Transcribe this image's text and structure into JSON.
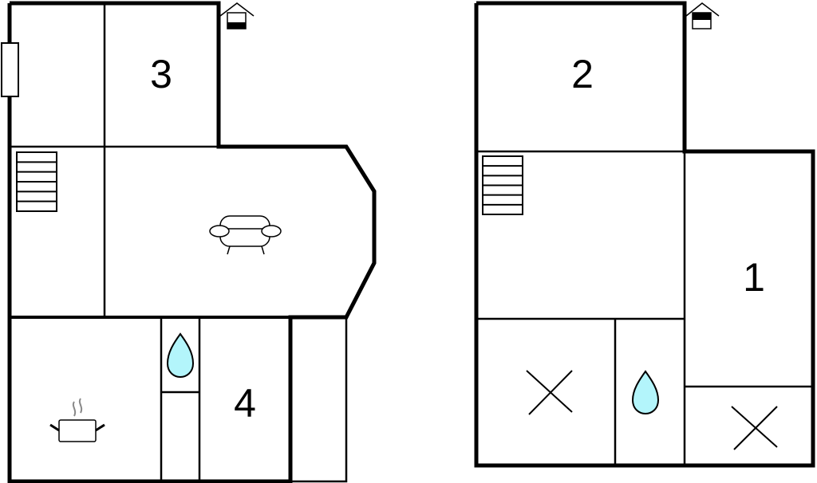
{
  "floorplans": [
    {
      "name": "ground-floor",
      "rooms": [
        {
          "label": "3",
          "type": "bedroom"
        },
        {
          "label": "4",
          "type": "bedroom"
        },
        {
          "type": "living-room",
          "icon": "sofa-icon"
        },
        {
          "type": "kitchen",
          "icon": "cooking-pot-icon"
        },
        {
          "type": "bathroom",
          "icon": "water-drop-icon"
        },
        {
          "type": "hall",
          "icon": "stairs-icon"
        }
      ],
      "level_icon": "house-ground-floor-icon"
    },
    {
      "name": "upper-floor",
      "rooms": [
        {
          "label": "2",
          "type": "bedroom"
        },
        {
          "label": "1",
          "type": "bedroom"
        },
        {
          "type": "storage",
          "icon": "cross-icon"
        },
        {
          "type": "bathroom",
          "icon": "water-drop-icon"
        },
        {
          "type": "storage",
          "icon": "cross-icon"
        },
        {
          "type": "hall",
          "icon": "stairs-icon"
        }
      ],
      "level_icon": "house-upper-floor-icon"
    }
  ],
  "colors": {
    "wall": "#000000",
    "water": "#b3f5fb",
    "steam": "#888888"
  }
}
